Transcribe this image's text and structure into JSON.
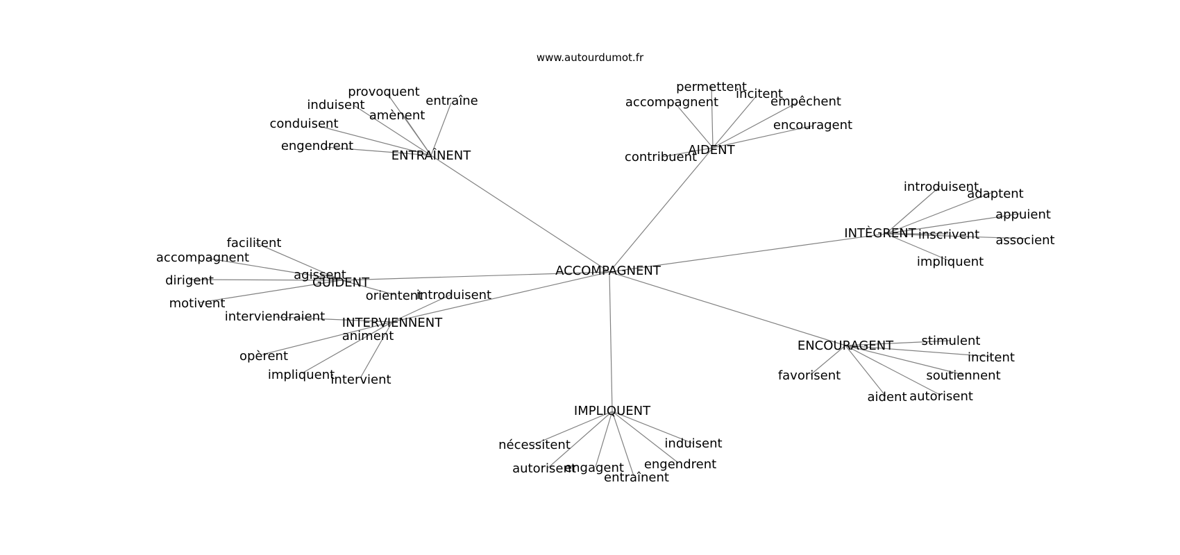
{
  "source": "www.autourdumot.fr",
  "root": "ACCOMPAGNENT",
  "clusters": [
    {
      "hub": "ENTRAÎNENT",
      "leaves": [
        "provoquent",
        "induisent",
        "entraîne",
        "amènent",
        "conduisent",
        "engendrent"
      ]
    },
    {
      "hub": "AIDENT",
      "leaves": [
        "permettent",
        "accompagnent",
        "incitent",
        "empêchent",
        "encouragent",
        "contribuent"
      ]
    },
    {
      "hub": "INTÈGRENT",
      "leaves": [
        "introduisent",
        "adaptent",
        "appuient",
        "inscrivent",
        "associent",
        "impliquent"
      ]
    },
    {
      "hub": "GUIDENT",
      "leaves": [
        "facilitent",
        "accompagnent",
        "agissent",
        "dirigent",
        "motivent",
        "orientent"
      ]
    },
    {
      "hub": "INTERVIENNENT",
      "leaves": [
        "introduisent",
        "interviendraient",
        "animent",
        "opèrent",
        "impliquent",
        "intervient"
      ]
    },
    {
      "hub": "ENCOURAGENT",
      "leaves": [
        "stimulent",
        "incitent",
        "favorisent",
        "soutiennent",
        "aident",
        "autorisent"
      ]
    },
    {
      "hub": "IMPLIQUENT",
      "leaves": [
        "nécessitent",
        "induisent",
        "autorisent",
        "engagent",
        "engendrent",
        "entraînent"
      ]
    }
  ]
}
